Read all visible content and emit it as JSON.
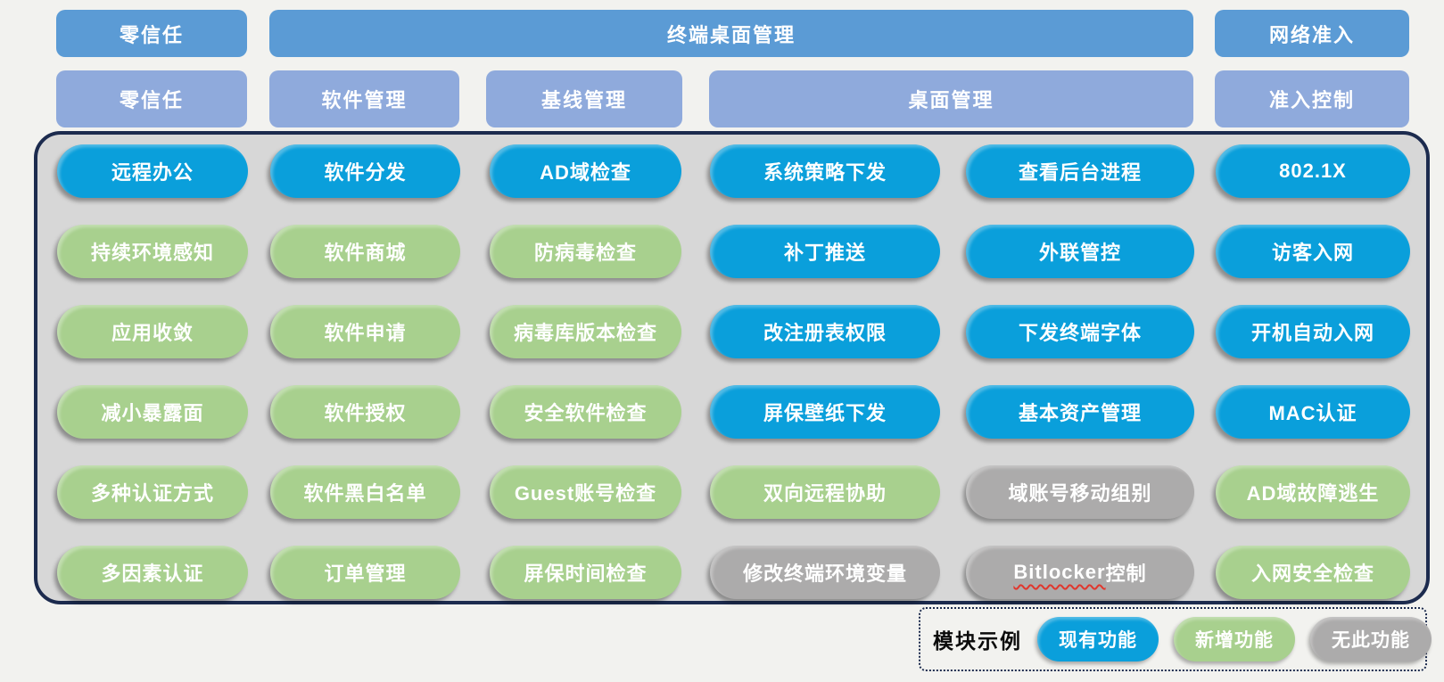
{
  "palette": {
    "page_bg": "#f2f2ef",
    "header_primary": "#5b9bd5",
    "header_secondary": "#8faadc",
    "panel_bg": "#d7d7d7",
    "panel_border": "#1c2b4e",
    "status_existing": "#0a9fdb",
    "status_new": "#a8d08e",
    "status_none": "#acabab",
    "spellcheck_underline": "#e0372e"
  },
  "header_row1": [
    {
      "id": "zero-trust",
      "label": "零信任"
    },
    {
      "id": "terminal-desktop-management",
      "label": "终端桌面管理"
    },
    {
      "id": "network-access",
      "label": "网络准入"
    }
  ],
  "header_row2": [
    {
      "id": "zero-trust",
      "label": "零信任"
    },
    {
      "id": "software-management",
      "label": "软件管理"
    },
    {
      "id": "baseline-management",
      "label": "基线管理"
    },
    {
      "id": "desktop-management",
      "label": "桌面管理"
    },
    {
      "id": "access-control",
      "label": "准入控制"
    }
  ],
  "matrix": {
    "columns": [
      {
        "id": "zero-trust",
        "pills": [
          {
            "label": "远程办公",
            "status": "existing"
          },
          {
            "label": "持续环境感知",
            "status": "new"
          },
          {
            "label": "应用收敛",
            "status": "new"
          },
          {
            "label": "减小暴露面",
            "status": "new"
          },
          {
            "label": "多种认证方式",
            "status": "new"
          },
          {
            "label": "多因素认证",
            "status": "new"
          }
        ]
      },
      {
        "id": "software-management",
        "pills": [
          {
            "label": "软件分发",
            "status": "existing"
          },
          {
            "label": "软件商城",
            "status": "new"
          },
          {
            "label": "软件申请",
            "status": "new"
          },
          {
            "label": "软件授权",
            "status": "new"
          },
          {
            "label": "软件黑白名单",
            "status": "new"
          },
          {
            "label": "订单管理",
            "status": "new"
          }
        ]
      },
      {
        "id": "baseline-management",
        "pills": [
          {
            "label": "AD域检查",
            "status": "existing"
          },
          {
            "label": "防病毒检查",
            "status": "new"
          },
          {
            "label": "病毒库版本检查",
            "status": "new"
          },
          {
            "label": "安全软件检查",
            "status": "new"
          },
          {
            "label": "Guest账号检查",
            "status": "new"
          },
          {
            "label": "屏保时间检查",
            "status": "new"
          }
        ]
      },
      {
        "id": "desktop-management-a",
        "pills": [
          {
            "label": "系统策略下发",
            "status": "existing"
          },
          {
            "label": "补丁推送",
            "status": "existing"
          },
          {
            "label": "改注册表权限",
            "status": "existing"
          },
          {
            "label": "屏保壁纸下发",
            "status": "existing"
          },
          {
            "label": "双向远程协助",
            "status": "new"
          },
          {
            "label": "修改终端环境变量",
            "status": "none"
          }
        ]
      },
      {
        "id": "desktop-management-b",
        "pills": [
          {
            "label": "查看后台进程",
            "status": "existing"
          },
          {
            "label": "外联管控",
            "status": "existing"
          },
          {
            "label": "下发终端字体",
            "status": "existing"
          },
          {
            "label": "基本资产管理",
            "status": "existing"
          },
          {
            "label": "域账号移动组别",
            "status": "none"
          },
          {
            "label": "Bitlocker控制",
            "status": "none",
            "spellcheck": "Bitlocker"
          }
        ]
      },
      {
        "id": "access-control",
        "pills": [
          {
            "label": "802.1X",
            "status": "existing"
          },
          {
            "label": "访客入网",
            "status": "existing"
          },
          {
            "label": "开机自动入网",
            "status": "existing"
          },
          {
            "label": "MAC认证",
            "status": "existing"
          },
          {
            "label": "AD域故障逃生",
            "status": "new"
          },
          {
            "label": "入网安全检查",
            "status": "new"
          }
        ]
      }
    ]
  },
  "legend": {
    "title": "模块示例",
    "items": [
      {
        "id": "existing-feature",
        "label": "现有功能",
        "status": "existing"
      },
      {
        "id": "new-feature",
        "label": "新增功能",
        "status": "new"
      },
      {
        "id": "no-feature",
        "label": "无此功能",
        "status": "none"
      }
    ]
  }
}
